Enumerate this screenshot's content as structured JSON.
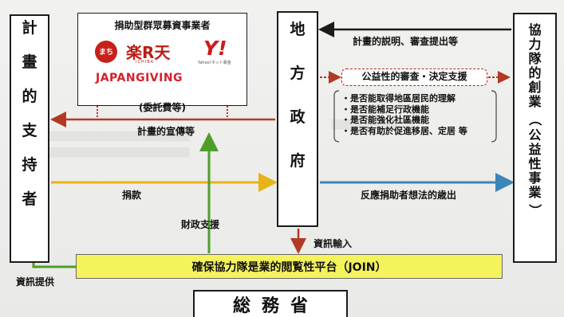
{
  "supporters": {
    "chars": [
      "計",
      "畫",
      "的",
      "支",
      "持",
      "者"
    ]
  },
  "fundraiser": {
    "title": "捐助型群眾募資事業者",
    "commission": "(委託費等)",
    "logos": {
      "seal": "まち",
      "rakuten": "楽R天",
      "ichiba": "ICHIBA",
      "yahoo": "Y!",
      "yahoo_sub": "Yahoo!ネット募金",
      "japangiving": "JAPANGIVING"
    }
  },
  "local_gov": {
    "chars": [
      "地",
      "方",
      "政",
      "府"
    ]
  },
  "team": {
    "chars": [
      "協",
      "力",
      "隊",
      "的",
      "創",
      "業",
      "（",
      "公",
      "益",
      "性",
      "事",
      "業",
      "）"
    ]
  },
  "mic": {
    "text": "総務省"
  },
  "join": {
    "text": "確保協力隊是業的閲覧性平台（JOIN）"
  },
  "labels": {
    "plan_explain": "計畫的説明、審查提出等",
    "promotion": "計畫的宣傳等",
    "donation": "捐款",
    "feedback": "反應捐助者想法的歳出",
    "fiscal_support": "財政支援",
    "info_input": "資訊輸入",
    "info_provide": "資訊提供"
  },
  "review": {
    "title": "公益性的審查・決定支援",
    "criteria": [
      "・是否能取得地區居民的理解",
      "・是否能補足行政機能",
      "・是否能強化社區機能",
      "・是否有助於促進移居、定居 等"
    ]
  },
  "colors": {
    "red_arrow": "#b23a22",
    "green_arrow": "#4e9e2a",
    "yellow_arrow": "#e7b416",
    "blue_arrow": "#3a86b8",
    "join_bg": "#f4f35e"
  }
}
